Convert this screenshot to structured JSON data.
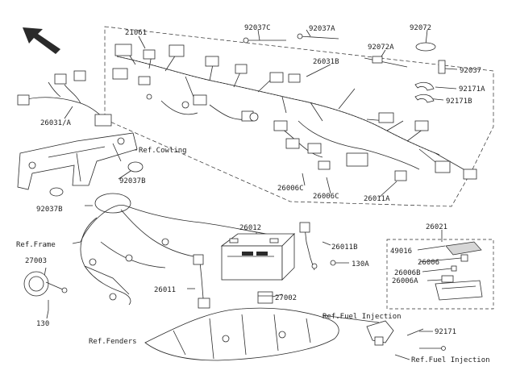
{
  "diagram": {
    "part_numbers": {
      "p21061": "21061",
      "p92037C": "92037C",
      "p92037A": "92037A",
      "p92072": "92072",
      "p92072A": "92072A",
      "p26031B": "26031B",
      "p92037": "92037",
      "p92171A": "92171A",
      "p92171B": "92171B",
      "p26031A": "26031/A",
      "p92037B_1": "92037B",
      "p26006C_1": "26006C",
      "p26006C_2": "26006C",
      "p26011A": "26011A",
      "p92037B_2": "92037B",
      "p26012": "26012",
      "p26021": "26021",
      "p27003": "27003",
      "p26011B": "26011B",
      "p49016": "49016",
      "p26006": "26006",
      "p130A": "130A",
      "p26006B": "26006B",
      "p26006A": "26006A",
      "p26011": "26011",
      "p27002": "27002",
      "p130": "130",
      "p92171": "92171"
    },
    "references": {
      "cowling": "Ref.Cowling",
      "frame": "Ref.Frame",
      "fenders": "Ref.Fenders",
      "fuel_injection_1": "Ref.Fuel Injection",
      "fuel_injection_2": "Ref.Fuel Injection"
    },
    "direction_arrow": "front-arrow-icon"
  }
}
